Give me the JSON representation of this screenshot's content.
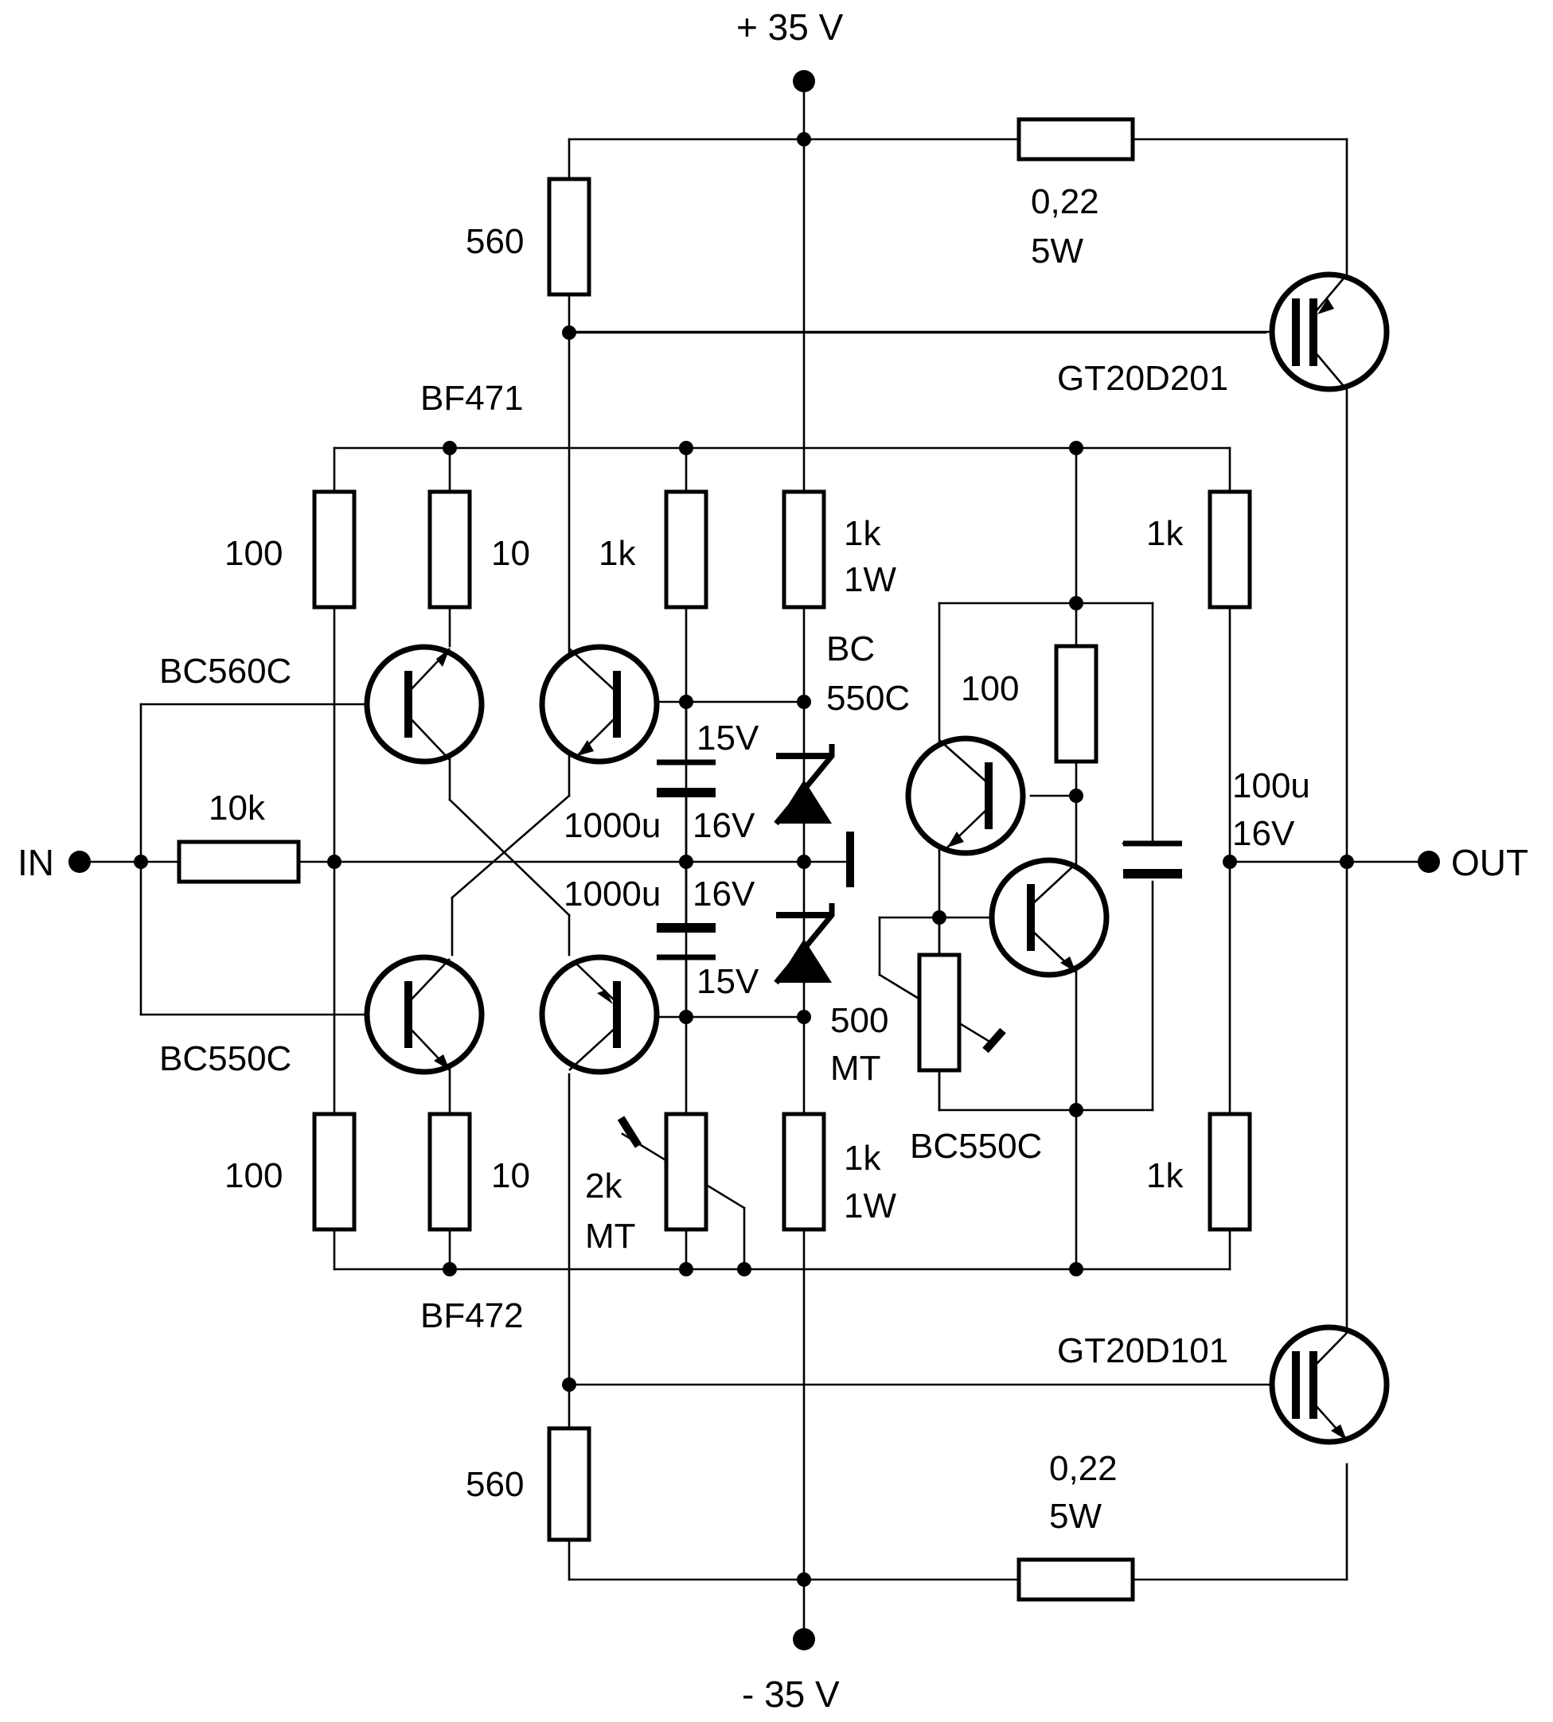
{
  "supply": {
    "positive": "+ 35 V",
    "negative": "- 35 V"
  },
  "terminals": {
    "input": "IN",
    "output": "OUT"
  },
  "resistors": {
    "r560_top": "560",
    "r560_bottom": "560",
    "r022_top": [
      "0,22",
      "5W"
    ],
    "r022_bottom": [
      "0,22",
      "5W"
    ],
    "r100_top": "100",
    "r10_top": "10",
    "r1k_top": "1k",
    "r1k1w_top": [
      "1k",
      "1W"
    ],
    "r1k_right_top": "1k",
    "r100_mid": "100",
    "r10k": "10k",
    "r100_bottom": "100",
    "r10_bottom": "10",
    "r1k1w_bottom": [
      "1k",
      "1W"
    ],
    "r1k_right_bottom": "1k"
  },
  "potentiometers": {
    "p2k": [
      "2k",
      "MT"
    ],
    "p500": [
      "500",
      "MT"
    ]
  },
  "capacitors": {
    "c_top": {
      "value": "1000u",
      "voltage": "16V"
    },
    "c_bottom": {
      "value": "1000u",
      "voltage": "16V"
    },
    "c_right": [
      "100u",
      "16V"
    ]
  },
  "zeners": {
    "top": "15V",
    "bottom": "15V"
  },
  "transistors": {
    "bf471": "BF471",
    "bf472": "BF472",
    "bc560c": "BC560C",
    "bc550c_left": "BC550C",
    "bc550c_driver": [
      "BC",
      "550C"
    ],
    "bc550c_bias": "BC550C",
    "gt20d201": "GT20D201",
    "gt20d101": "GT20D101"
  }
}
